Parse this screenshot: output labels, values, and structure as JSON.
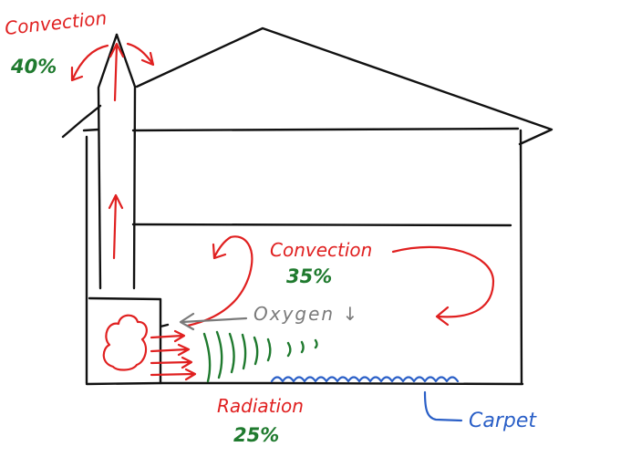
{
  "colors": {
    "ink": "#111111",
    "heat": "#e02020",
    "percent": "#1f7a2e",
    "oxygen": "#7a7a7a",
    "carpet": "#2a5fc7"
  },
  "labels": {
    "chimney_convection": "Convection",
    "chimney_percent": "40%",
    "room_convection": "Convection",
    "room_percent": "35%",
    "oxygen": "Oxygen ↓",
    "radiation": "Radiation",
    "radiation_percent": "25%",
    "carpet": "Carpet"
  }
}
